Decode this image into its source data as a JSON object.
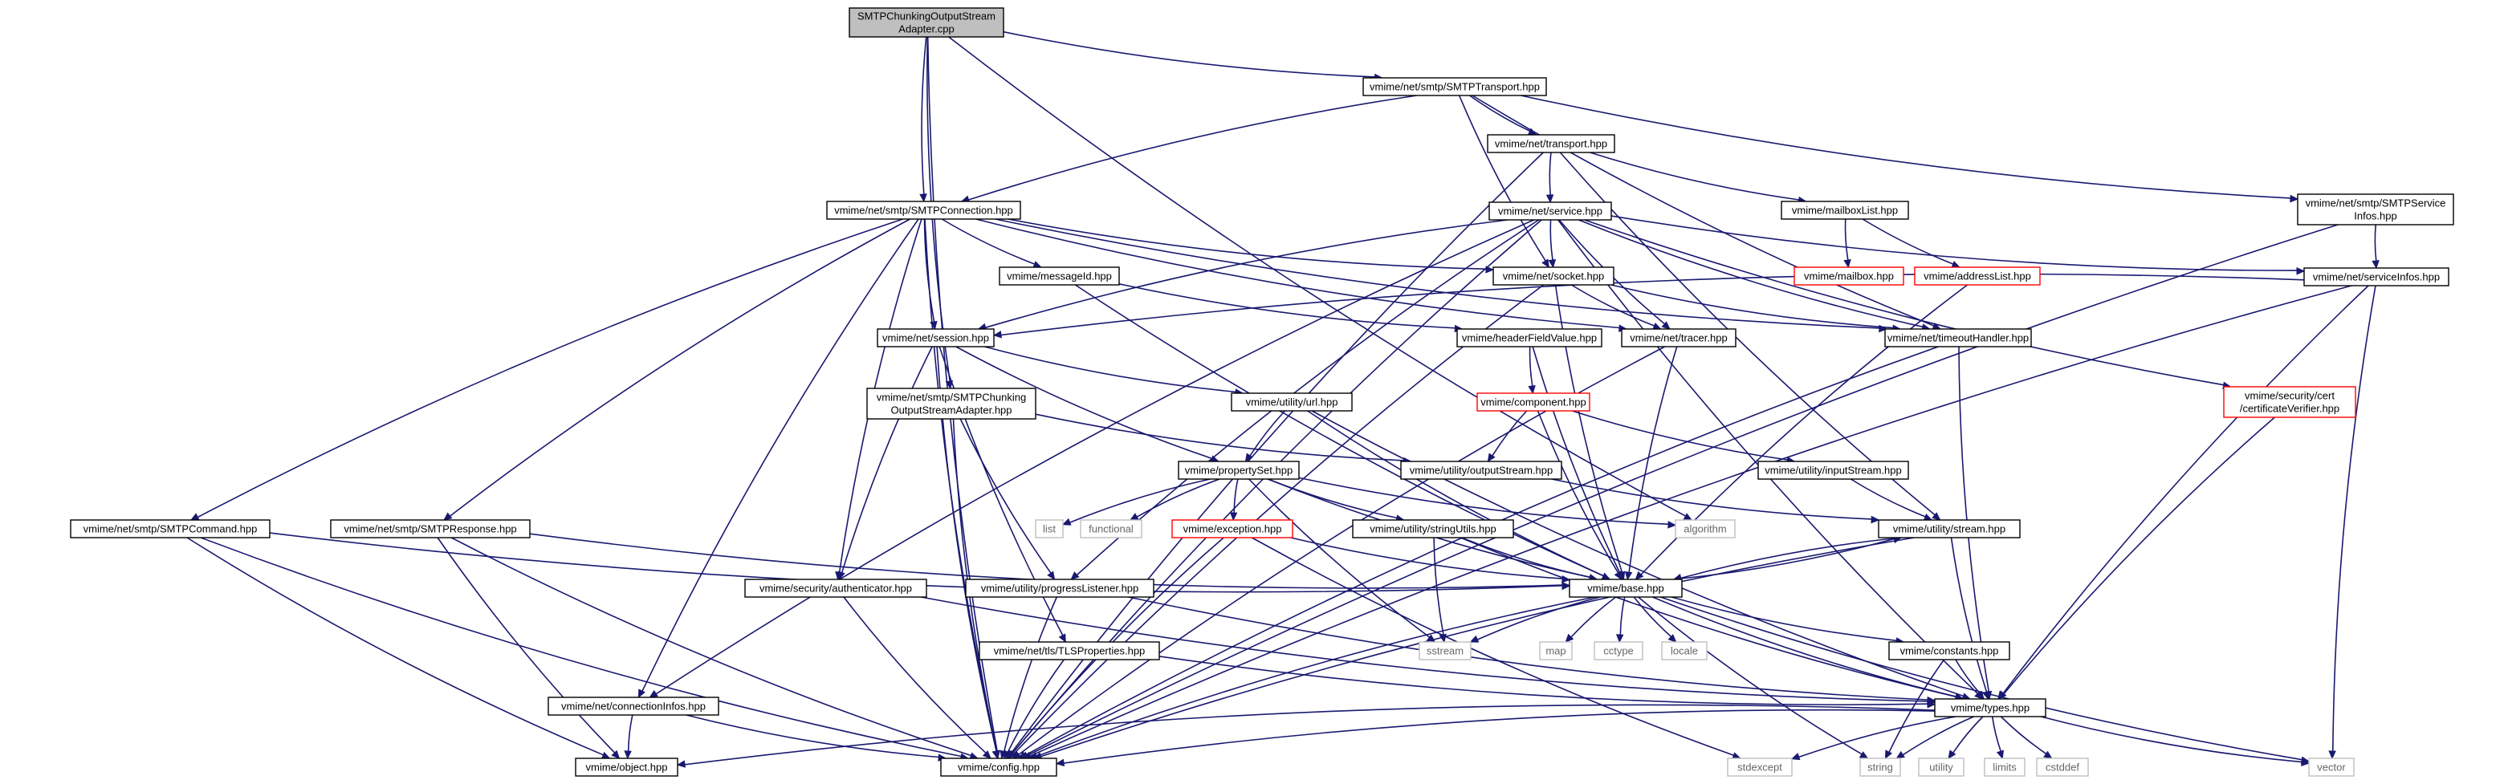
{
  "colors": {
    "edge": "#191970",
    "root_fill": "#bfbfbf",
    "node_border": "#000000",
    "incomplete_border": "#ff0000",
    "system_border": "#bfbfbf",
    "node_fill": "#ffffff"
  },
  "nodes": {
    "root": [
      "SMTPChunkingOutputStream",
      "Adapter.cpp"
    ],
    "smtp_transport": [
      "vmime/net/smtp/SMTPTransport.hpp"
    ],
    "smtp_service_infos": [
      "vmime/net/smtp/SMTPService",
      "Infos.hpp"
    ],
    "transport": [
      "vmime/net/transport.hpp"
    ],
    "smtp_connection": [
      "vmime/net/smtp/SMTPConnection.hpp"
    ],
    "service": [
      "vmime/net/service.hpp"
    ],
    "mailbox_list": [
      "vmime/mailboxList.hpp"
    ],
    "mailbox": [
      "vmime/mailbox.hpp"
    ],
    "address_list": [
      "vmime/addressList.hpp"
    ],
    "message_id": [
      "vmime/messageId.hpp"
    ],
    "socket": [
      "vmime/net/socket.hpp"
    ],
    "service_infos": [
      "vmime/net/serviceInfos.hpp"
    ],
    "session": [
      "vmime/net/session.hpp"
    ],
    "header_field_value": [
      "vmime/headerFieldValue.hpp"
    ],
    "tracer": [
      "vmime/net/tracer.hpp"
    ],
    "timeout_handler": [
      "vmime/net/timeoutHandler.hpp"
    ],
    "chunking_hpp": [
      "vmime/net/smtp/SMTPChunking",
      "OutputStreamAdapter.hpp"
    ],
    "url": [
      "vmime/utility/url.hpp"
    ],
    "component": [
      "vmime/component.hpp"
    ],
    "certificate_verifier": [
      "vmime/security/cert",
      "/certificateVerifier.hpp"
    ],
    "property_set": [
      "vmime/propertySet.hpp"
    ],
    "output_stream": [
      "vmime/utility/outputStream.hpp"
    ],
    "input_stream": [
      "vmime/utility/inputStream.hpp"
    ],
    "list": [
      "list"
    ],
    "functional": [
      "functional"
    ],
    "exception": [
      "vmime/exception.hpp"
    ],
    "string_utils": [
      "vmime/utility/stringUtils.hpp"
    ],
    "algorithm": [
      "algorithm"
    ],
    "stream": [
      "vmime/utility/stream.hpp"
    ],
    "smtp_command": [
      "vmime/net/smtp/SMTPCommand.hpp"
    ],
    "smtp_response": [
      "vmime/net/smtp/SMTPResponse.hpp"
    ],
    "authenticator": [
      "vmime/security/authenticator.hpp"
    ],
    "progress_listener": [
      "vmime/utility/progressListener.hpp"
    ],
    "base": [
      "vmime/base.hpp"
    ],
    "tls_properties": [
      "vmime/net/tls/TLSProperties.hpp"
    ],
    "sstream": [
      "sstream"
    ],
    "map": [
      "map"
    ],
    "cctype": [
      "cctype"
    ],
    "locale": [
      "locale"
    ],
    "constants": [
      "vmime/constants.hpp"
    ],
    "connection_infos": [
      "vmime/net/connectionInfos.hpp"
    ],
    "types": [
      "vmime/types.hpp"
    ],
    "object": [
      "vmime/object.hpp"
    ],
    "config": [
      "vmime/config.hpp"
    ],
    "stdexcept": [
      "stdexcept"
    ],
    "string": [
      "string"
    ],
    "utility": [
      "utility"
    ],
    "limits": [
      "limits"
    ],
    "cstddef": [
      "cstddef"
    ],
    "vector": [
      "vector"
    ]
  }
}
